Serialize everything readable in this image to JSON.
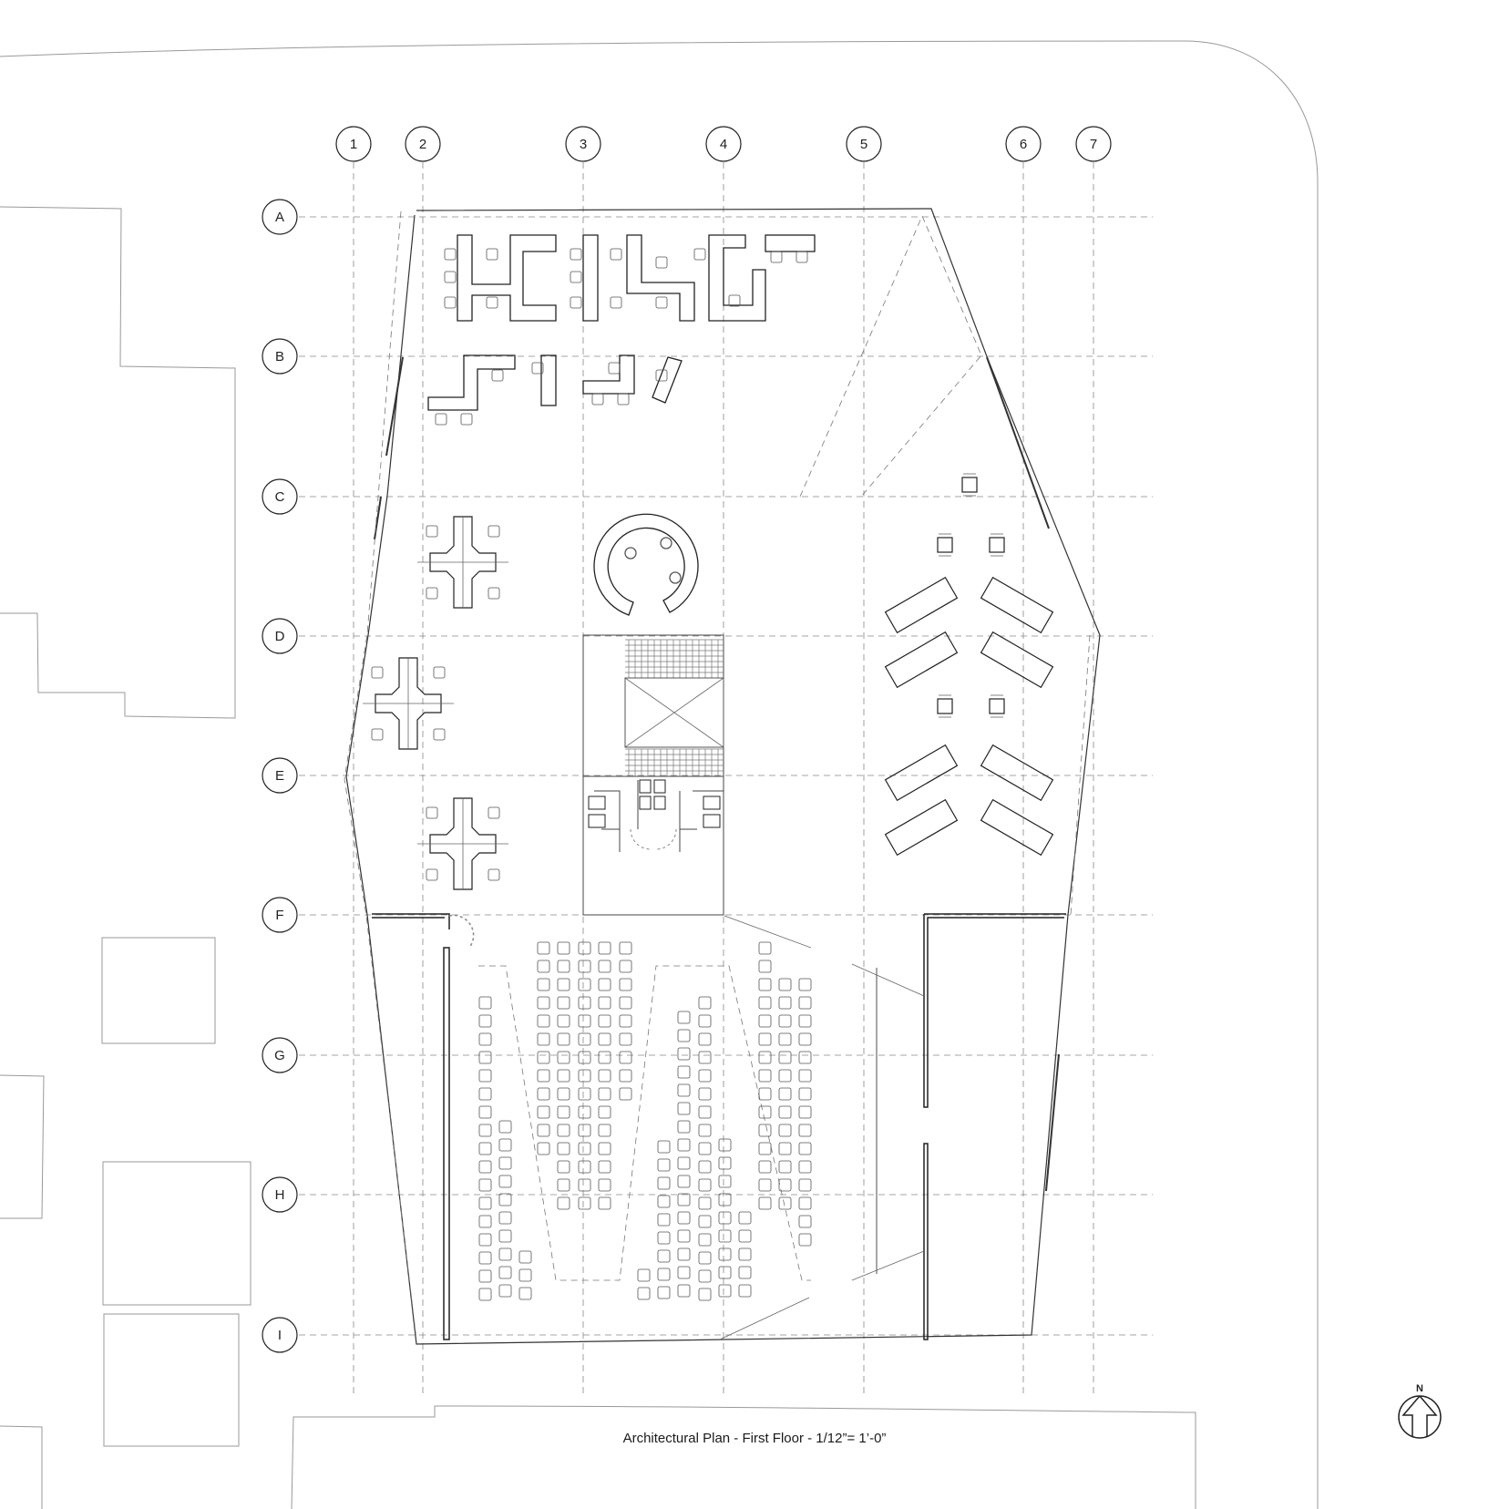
{
  "title": "Architectural Plan - First Floor - 1/12”= 1’-0”",
  "grid": {
    "columns": [
      "1",
      "2",
      "3",
      "4",
      "5",
      "6",
      "7"
    ],
    "rows": [
      "A",
      "B",
      "C",
      "D",
      "E",
      "F",
      "G",
      "H",
      "I"
    ]
  },
  "north_arrow": {
    "label": "N",
    "icon": "north-arrow-icon"
  },
  "colors": {
    "line": "#222222",
    "light_line": "#888888",
    "site_line": "#999999"
  }
}
